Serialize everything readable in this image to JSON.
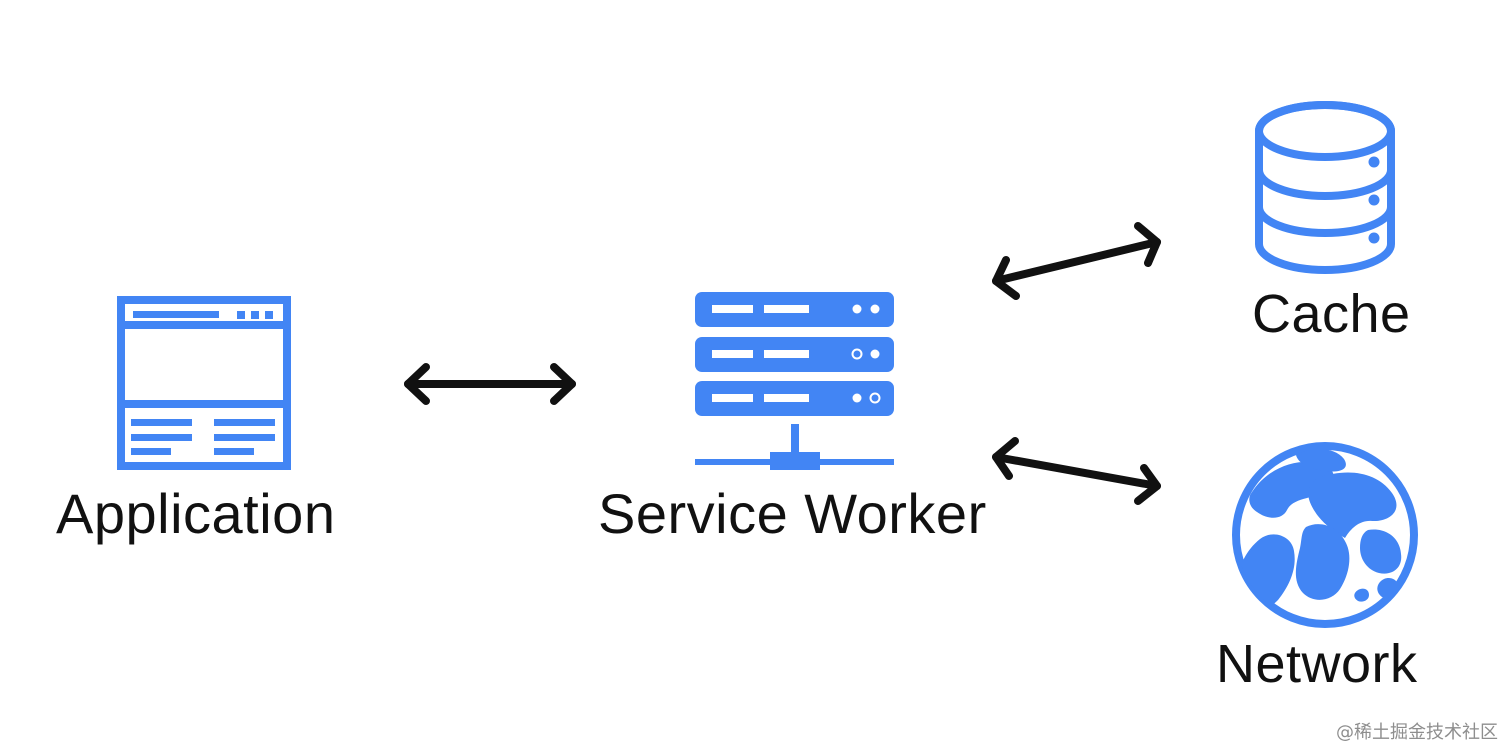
{
  "labels": {
    "application": "Application",
    "service_worker": "Service Worker",
    "cache": "Cache",
    "network": "Network"
  },
  "watermark": "@稀土掘金技术社区",
  "icons": {
    "application": "browser-window-icon",
    "service_worker": "server-stack-icon",
    "cache": "database-icon",
    "network": "globe-icon"
  },
  "colors": {
    "accent": "#4285f4",
    "arrow": "#111111",
    "text": "#111111",
    "watermark": "#8e8e8e",
    "background": "#ffffff"
  }
}
